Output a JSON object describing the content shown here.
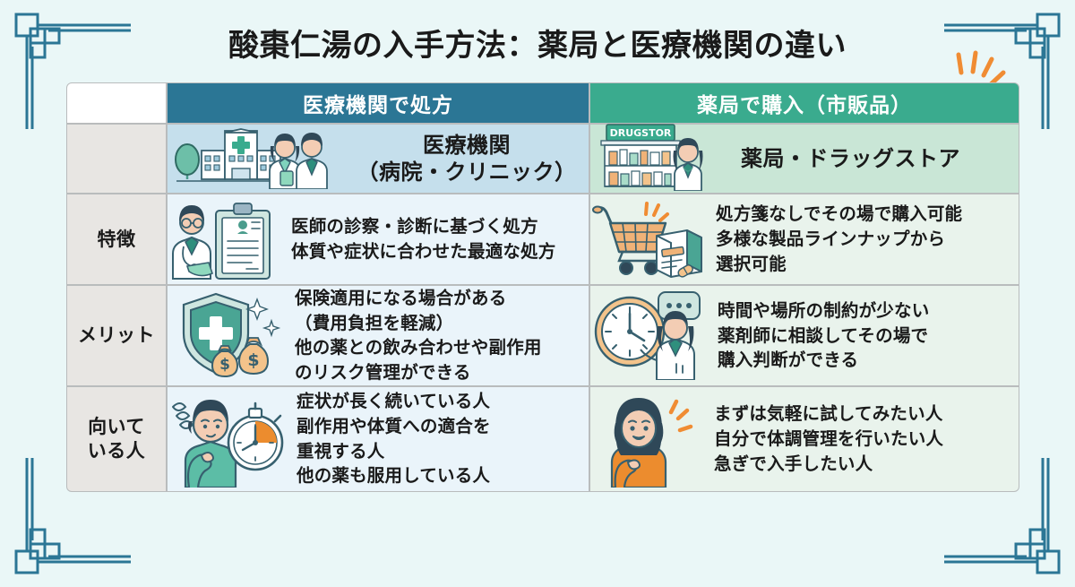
{
  "page": {
    "title": "酸棗仁湯の入手方法：薬局と医療機関の違い",
    "background_color": "#eaf7f7",
    "frame_color": "#2b7695",
    "accent_orange": "#f08c33"
  },
  "table": {
    "header": {
      "blank_label": "",
      "col_left": "医療機関で処方",
      "col_right": "薬局で購入（市販品）",
      "color_left": "#2b7695",
      "color_right": "#3aab8e"
    },
    "rows": [
      {
        "label": "",
        "type": "entity",
        "left": {
          "icon": "hospital-building-doctors-icon",
          "sign": "",
          "lines": [
            "医療機関",
            "（病院・クリニック）"
          ]
        },
        "right": {
          "icon": "drugstore-shelf-pharmacist-icon",
          "sign": "DRUGSTOR",
          "lines": [
            "薬局・ドラッグストア"
          ]
        }
      },
      {
        "label": "特徴",
        "type": "detail",
        "left": {
          "icon": "doctor-clipboard-icon",
          "lines": [
            "医師の診察・診断に基づく処方",
            "体質や症状に合わせた最適な処方"
          ]
        },
        "right": {
          "icon": "shopping-cart-medicine-box-icon",
          "lines": [
            "処方箋なしでその場で購入可能",
            "多様な製品ラインナップから",
            "選択可能"
          ]
        }
      },
      {
        "label": "メリット",
        "type": "detail",
        "left": {
          "icon": "shield-cross-money-bags-icon",
          "lines": [
            "保険適用になる場合がある",
            "（費用負担を軽減）",
            "他の薬との飲み合わせや副作用",
            "のリスク管理ができる"
          ]
        },
        "right": {
          "icon": "clock-pharmacist-speech-icon",
          "lines": [
            "時間や場所の制約が少ない",
            "薬剤師に相談してその場で",
            "購入判断ができる"
          ]
        }
      },
      {
        "label": "向いて\nいる人",
        "label_lines": [
          "向いて",
          "いる人"
        ],
        "type": "detail",
        "left": {
          "icon": "worried-man-stopwatch-icon",
          "lines": [
            "症状が長く続いている人",
            "副作用や体質への適合を",
            "重視する人",
            "他の薬も服用している人"
          ]
        },
        "right": {
          "icon": "smiling-woman-icon",
          "lines": [
            "まずは気軽に試してみたい人",
            "自分で体調管理を行いたい人",
            "急ぎで入手したい人"
          ]
        }
      }
    ]
  }
}
